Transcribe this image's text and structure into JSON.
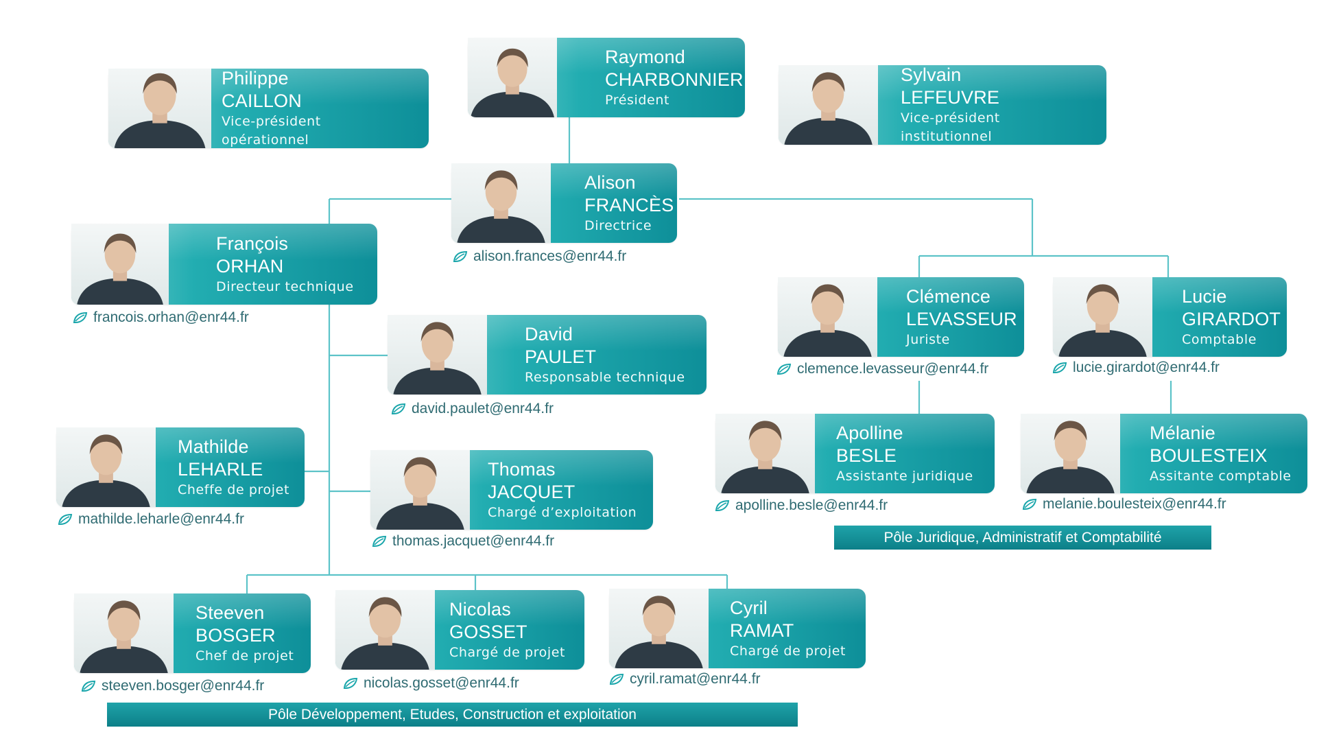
{
  "colors": {
    "accent": "#1aa6ab",
    "accent_dark": "#0e8f99",
    "line": "#5cc3c8",
    "email_text": "#2f6b72"
  },
  "people": {
    "charbonnier": {
      "first": "Raymond",
      "last": "CHARBONNIER",
      "role": [
        "Président"
      ]
    },
    "caillon": {
      "first": "Philippe",
      "last": "CAILLON",
      "role": [
        "Vice-président",
        "opérationnel"
      ]
    },
    "lefeuvre": {
      "first": "Sylvain",
      "last": "LEFEUVRE",
      "role": [
        "Vice-président",
        "institutionnel"
      ]
    },
    "frances": {
      "first": "Alison",
      "last": "FRANCÈS",
      "role": [
        "Directrice"
      ],
      "email": "alison.frances@enr44.fr"
    },
    "orhan": {
      "first": "François",
      "last": "ORHAN",
      "role": [
        "Directeur technique"
      ],
      "email": "francois.orhan@enr44.fr"
    },
    "paulet": {
      "first": "David",
      "last": "PAULET",
      "role": [
        "Responsable technique"
      ],
      "email": "david.paulet@enr44.fr"
    },
    "leharle": {
      "first": "Mathilde",
      "last": "LEHARLE",
      "role": [
        "Cheffe de projet"
      ],
      "email": "mathilde.leharle@enr44.fr"
    },
    "jacquet": {
      "first": "Thomas",
      "last": "JACQUET",
      "role": [
        "Chargé d’exploitation"
      ],
      "email": "thomas.jacquet@enr44.fr"
    },
    "bosger": {
      "first": "Steeven",
      "last": "BOSGER",
      "role": [
        "Chef de projet"
      ],
      "email": "steeven.bosger@enr44.fr"
    },
    "gosset": {
      "first": "Nicolas",
      "last": "GOSSET",
      "role": [
        "Chargé de projet"
      ],
      "email": "nicolas.gosset@enr44.fr"
    },
    "ramat": {
      "first": "Cyril",
      "last": "RAMAT",
      "role": [
        "Chargé de projet"
      ],
      "email": "cyril.ramat@enr44.fr"
    },
    "levasseur": {
      "first": "Clémence",
      "last": "LEVASSEUR",
      "role": [
        "Juriste"
      ],
      "email": "clemence.levasseur@enr44.fr"
    },
    "girardot": {
      "first": "Lucie",
      "last": "GIRARDOT",
      "role": [
        "Comptable"
      ],
      "email": "lucie.girardot@enr44.fr"
    },
    "besle": {
      "first": "Apolline",
      "last": "BESLE",
      "role": [
        "Assistante juridique"
      ],
      "email": "apolline.besle@enr44.fr"
    },
    "boulesteix": {
      "first": "Mélanie",
      "last": "BOULESTEIX",
      "role": [
        "Assitante comptable"
      ],
      "email": "melanie.boulesteix@enr44.fr"
    }
  },
  "poles": {
    "juridique": "Pôle Juridique, Administratif et Comptabilité",
    "developpement": "Pôle Développement, Etudes, Construction et exploitation"
  }
}
